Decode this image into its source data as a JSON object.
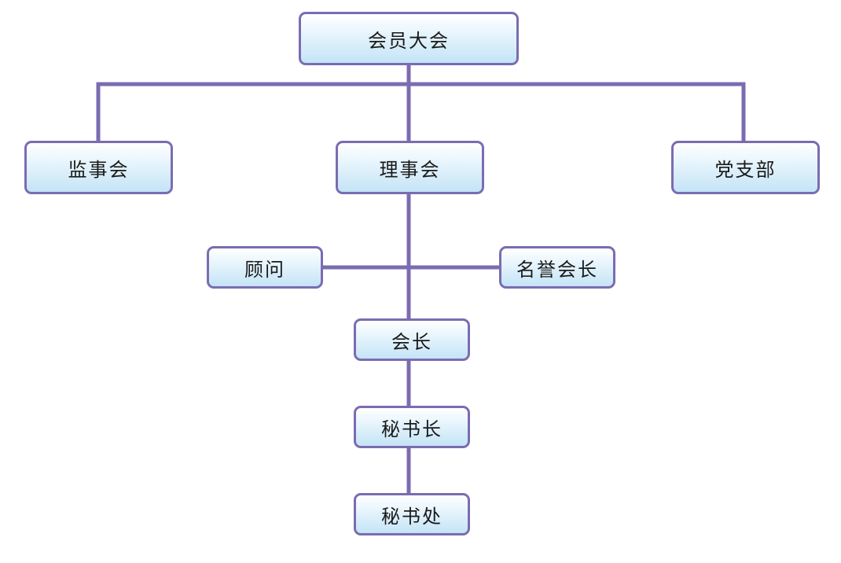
{
  "diagram": {
    "type": "org-chart",
    "line_color": "#7b6cb1",
    "node_border_color": "#7b6cb1",
    "node_fill_top": "#ffffff",
    "node_fill_bottom": "#c4e4f6",
    "nodes": {
      "assembly": "会员大会",
      "supervisory_board": "监事会",
      "council": "理事会",
      "party_branch": "党支部",
      "advisor": "顾问",
      "honorary_president": "名誉会长",
      "president": "会长",
      "secretary_general": "秘书长",
      "secretariat": "秘书处"
    },
    "edges": [
      [
        "assembly",
        "supervisory_board"
      ],
      [
        "assembly",
        "council"
      ],
      [
        "assembly",
        "party_branch"
      ],
      [
        "council",
        "advisor"
      ],
      [
        "council",
        "honorary_president"
      ],
      [
        "council",
        "president"
      ],
      [
        "president",
        "secretary_general"
      ],
      [
        "secretary_general",
        "secretariat"
      ]
    ]
  }
}
